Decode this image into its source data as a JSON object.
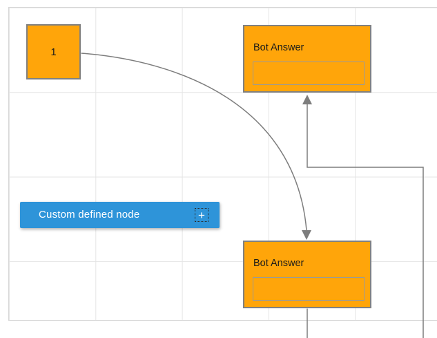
{
  "colors": {
    "node_fill": "#ffa50a",
    "node_border": "#808080",
    "inner_border": "#9a9a9a",
    "node_text": "#1a1a1a",
    "custom_node_fill": "#2e94d9",
    "custom_node_text": "#ffffff",
    "connector": "#7d7d7d",
    "grid_line": "#e4e4e4",
    "page_border": "#d7d7d7"
  },
  "canvas": {
    "nodes": {
      "start": {
        "label": "1"
      },
      "bot_answer_top": {
        "title": "Bot Answer"
      },
      "bot_answer_bottom": {
        "title": "Bot Answer"
      },
      "custom": {
        "label": "Custom defined node",
        "add_button": "+"
      }
    }
  }
}
